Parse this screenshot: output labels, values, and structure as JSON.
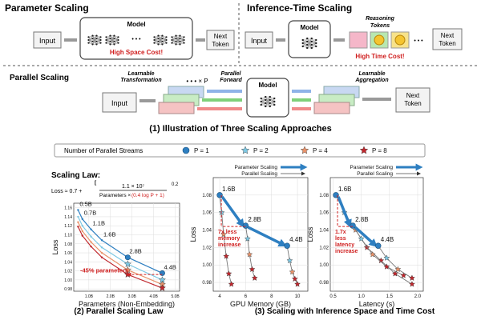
{
  "top": {
    "param_title": "Parameter Scaling",
    "infer_title": "Inference-Time Scaling",
    "input": "Input",
    "model": "Model",
    "ellipsis": "• • •",
    "next_token_l1": "Next",
    "next_token_l2": "Token",
    "high_space": "High Space Cost!",
    "reasoning_l1": "Reasoning",
    "reasoning_l2": "Tokens",
    "high_time": "High Time Cost!"
  },
  "parallel": {
    "title": "Parallel Scaling",
    "learnable_transform_l1": "Learnable",
    "learnable_transform_l2": "Transformation",
    "times_p": "• • • × P",
    "parallel_forward_l1": "Parallel",
    "parallel_forward_l2": "Forward",
    "learnable_agg_l1": "Learnable",
    "learnable_agg_l2": "Aggregation"
  },
  "caption1": "(1) Illustration of Three Scaling Approaches",
  "legend": {
    "title": "Number of Parallel Streams",
    "items": [
      {
        "label": "P = 1",
        "color": "#2e7fc1",
        "shape": "circle-icon"
      },
      {
        "label": "P = 2",
        "color": "#7ec8e3",
        "shape": "star-icon"
      },
      {
        "label": "P = 4",
        "color": "#e8926a",
        "shape": "star-icon"
      },
      {
        "label": "P = 8",
        "color": "#c0272d",
        "shape": "star-icon"
      }
    ]
  },
  "law": {
    "title": "Scaling Law:",
    "eq_lhs": "Loss ≈ 0.7 +",
    "eq_num": "1.1 × 10⁷",
    "eq_den_a": "Parameters × ",
    "eq_den_b": "(0.4 log P + 1)",
    "eq_pow": "0.2",
    "size_labels": [
      "0.5B",
      "0.7B",
      "1.1B",
      "1.6B",
      "2.8B",
      "4.4B"
    ],
    "annotation": "-45% parameters",
    "caption": "(2) Parallel Scaling Law"
  },
  "inference": {
    "legend_param": "Parameter Scaling",
    "legend_par": "Parallel Scaling",
    "size_1_6": "1.6B",
    "size_2_8": "2.8B",
    "size_4_4": "4.4B",
    "mem_note": [
      "7x less",
      "memory",
      "increase"
    ],
    "lat_note": [
      "1.7x",
      "less",
      "latency",
      "increase"
    ],
    "caption": "(3) Scaling with Inference Space and Time Cost"
  },
  "chart_data": [
    {
      "type": "line",
      "xlabel": "Parameters (Non-Embedding)",
      "ylabel": "Loss",
      "xticks": [
        "1.0B",
        "2.0B",
        "3.0B",
        "4.0B",
        "5.0B"
      ],
      "yticks": [
        "0.98",
        "1.00",
        "1.02",
        "1.04",
        "1.06",
        "1.08",
        "1.10",
        "1.12",
        "1.14",
        "1.16"
      ],
      "xlim": [
        0.3,
        5.2
      ],
      "ylim": [
        0.975,
        1.17
      ],
      "x": [
        0.5,
        0.7,
        1.1,
        1.6,
        2.8,
        4.4
      ],
      "series": [
        {
          "name": "P = 1",
          "values": [
            1.155,
            1.135,
            1.112,
            1.088,
            1.05,
            1.015
          ]
        },
        {
          "name": "P = 2",
          "values": [
            1.14,
            1.12,
            1.096,
            1.072,
            1.035,
            1.0
          ]
        },
        {
          "name": "P = 4",
          "values": [
            1.128,
            1.108,
            1.084,
            1.06,
            1.022,
            0.99
          ]
        },
        {
          "name": "P = 8",
          "values": [
            1.118,
            1.098,
            1.074,
            1.05,
            1.012,
            0.982
          ]
        }
      ]
    },
    {
      "type": "scatter",
      "xlabel": "GPU Memory (GB)",
      "ylabel": "Loss",
      "xticks": [
        "4",
        "6",
        "8",
        "10"
      ],
      "yticks": [
        "0.98",
        "1.00",
        "1.02",
        "1.04",
        "1.06",
        "1.08"
      ],
      "xlim": [
        3.5,
        10.8
      ],
      "ylim": [
        0.97,
        1.1
      ],
      "param_points": [
        [
          4.0,
          1.08
        ],
        [
          6.0,
          1.045
        ],
        [
          9.2,
          1.022
        ]
      ],
      "parallel_paths": [
        [
          [
            4.0,
            1.08
          ],
          [
            4.15,
            1.06
          ],
          [
            4.3,
            1.035
          ],
          [
            4.5,
            1.01
          ],
          [
            4.7,
            0.99
          ],
          [
            4.9,
            0.978
          ]
        ],
        [
          [
            6.0,
            1.045
          ],
          [
            6.15,
            1.03
          ],
          [
            6.3,
            1.012
          ],
          [
            6.5,
            0.995
          ],
          [
            6.7,
            0.985
          ]
        ],
        [
          [
            9.2,
            1.022
          ],
          [
            9.4,
            1.005
          ],
          [
            9.6,
            0.992
          ],
          [
            9.8,
            0.984
          ],
          [
            10.0,
            0.978
          ]
        ]
      ]
    },
    {
      "type": "scatter",
      "xlabel": "Latency (s)",
      "ylabel": "Loss",
      "xticks": [
        "0.5",
        "1.0",
        "1.5",
        "2.0"
      ],
      "yticks": [
        "0.98",
        "1.00",
        "1.02",
        "1.04",
        "1.06",
        "1.08"
      ],
      "xlim": [
        0.45,
        2.1
      ],
      "ylim": [
        0.97,
        1.1
      ],
      "param_points": [
        [
          0.55,
          1.08
        ],
        [
          0.85,
          1.045
        ],
        [
          1.3,
          1.022
        ]
      ],
      "parallel_paths": [
        [
          [
            0.55,
            1.08
          ],
          [
            0.7,
            1.06
          ],
          [
            0.9,
            1.04
          ],
          [
            1.1,
            1.02
          ],
          [
            1.35,
            1.005
          ],
          [
            1.6,
            0.99
          ],
          [
            1.9,
            0.978
          ]
        ],
        [
          [
            0.85,
            1.045
          ],
          [
            1.0,
            1.03
          ],
          [
            1.2,
            1.012
          ],
          [
            1.45,
            0.998
          ],
          [
            1.75,
            0.988
          ]
        ],
        [
          [
            1.3,
            1.022
          ],
          [
            1.45,
            1.008
          ],
          [
            1.65,
            0.995
          ],
          [
            1.9,
            0.985
          ]
        ]
      ]
    }
  ]
}
